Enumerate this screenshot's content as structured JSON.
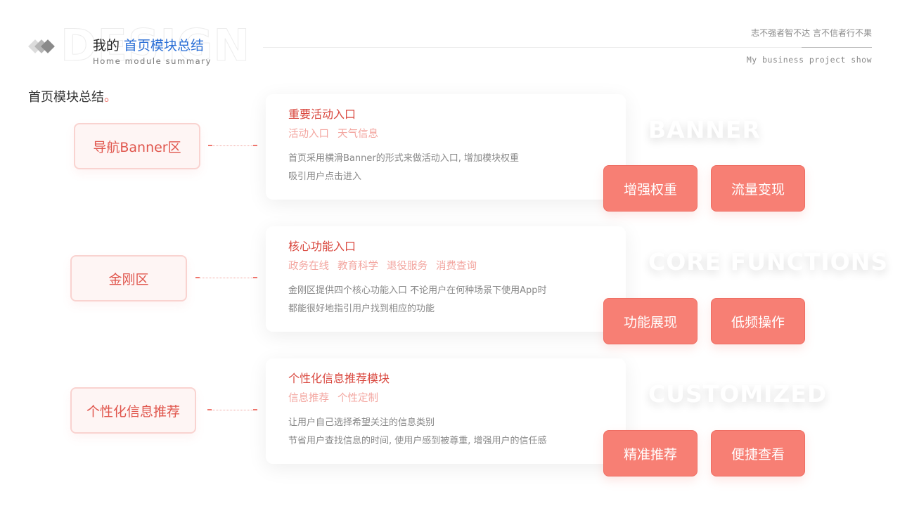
{
  "header": {
    "bg_word": "DESIGN",
    "title_plain": "我的 ",
    "title_accent": "首页模块总结",
    "subtitle": "Home module summary",
    "motto": "志不强者智不达 言不信者行不果",
    "motto_en": "My business project show"
  },
  "section_heading": "首页模块总结",
  "section_heading_dot": "。",
  "rows": [
    {
      "label": "导航Banner区",
      "card_title": "重要活动入口",
      "tags": [
        "活动入口",
        "天气信息"
      ],
      "desc": [
        "首页采用横滑Banner的形式来做活动入口, 增加模块权重",
        "吸引用户点击进入"
      ],
      "ghost": "BANNER",
      "pills": [
        "增强权重",
        "流量变现"
      ]
    },
    {
      "label": "金刚区",
      "card_title": "核心功能入口",
      "tags": [
        "政务在线",
        "教育科学",
        "退役服务",
        "消费查询"
      ],
      "desc": [
        "金刚区提供四个核心功能入口 不论用户在何种场景下使用App时",
        "都能很好地指引用户找到相应的功能"
      ],
      "ghost": "CORE FUNCTIONS",
      "pills": [
        "功能展现",
        "低频操作"
      ]
    },
    {
      "label": "个性化信息推荐",
      "card_title": "个性化信息推荐模块",
      "tags": [
        "信息推荐",
        "个性定制"
      ],
      "desc": [
        "让用户自己选择希望关注的信息类别",
        "节省用户查找信息的时间, 使用户感到被尊重, 增强用户的信任感"
      ],
      "ghost": "CUSTOMIZED",
      "pills": [
        "精准推荐",
        "便捷查看"
      ]
    }
  ],
  "colors": {
    "accent_blue": "#2b6fd6",
    "accent_red": "#d9473e",
    "tag_pink": "#f3a6a0",
    "pill_fill": "#f77f74",
    "label_bg": "#fef5f4"
  }
}
